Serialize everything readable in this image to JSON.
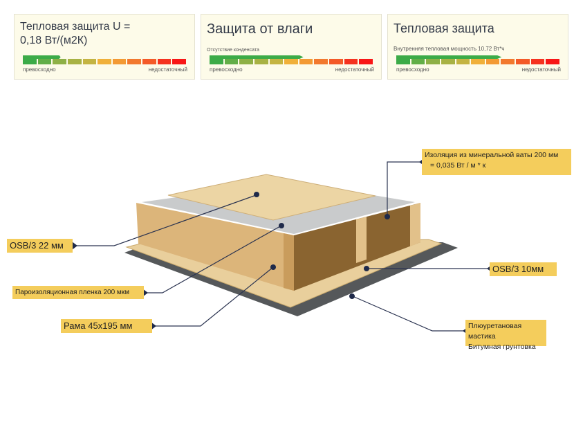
{
  "cards": [
    {
      "title": "Тепловая защита U = 0,18 Вт/(м2К)",
      "subtitle": "",
      "fill": 0.23,
      "low": "превосходно",
      "high": "недостаточный"
    },
    {
      "title": "Защита от влаги",
      "subtitle": "Отсутствие конденсата",
      "fill": 0.57,
      "low": "превосходно",
      "high": "недостаточный"
    },
    {
      "title": "Тепловая защита",
      "subtitle": "Внутренняя тепловая мощность 10,72 Вт*ч",
      "fill": 0.64,
      "low": "превосходно",
      "high": "недостаточный"
    }
  ],
  "scale_colors": [
    "#3cab48",
    "#62ae48",
    "#8eb046",
    "#a8b244",
    "#c4b442",
    "#f0b03a",
    "#f39a34",
    "#f2792e",
    "#f45a28",
    "#f5321f",
    "#f81616"
  ],
  "labels": {
    "osb22": "OSB/3 22 мм",
    "vapor": "Пароизоляционная пленка 200 мкм",
    "frame": "Рама 45x195 мм",
    "insulation_1": "Изоляция из минеральной ваты 200 мм",
    "insulation_2": "= 0,035 Вт / м * к",
    "osb10": "OSB/3 10мм",
    "mastic_1": "Плюуретановая мастика",
    "mastic_2": "Битумная грунтовка"
  }
}
